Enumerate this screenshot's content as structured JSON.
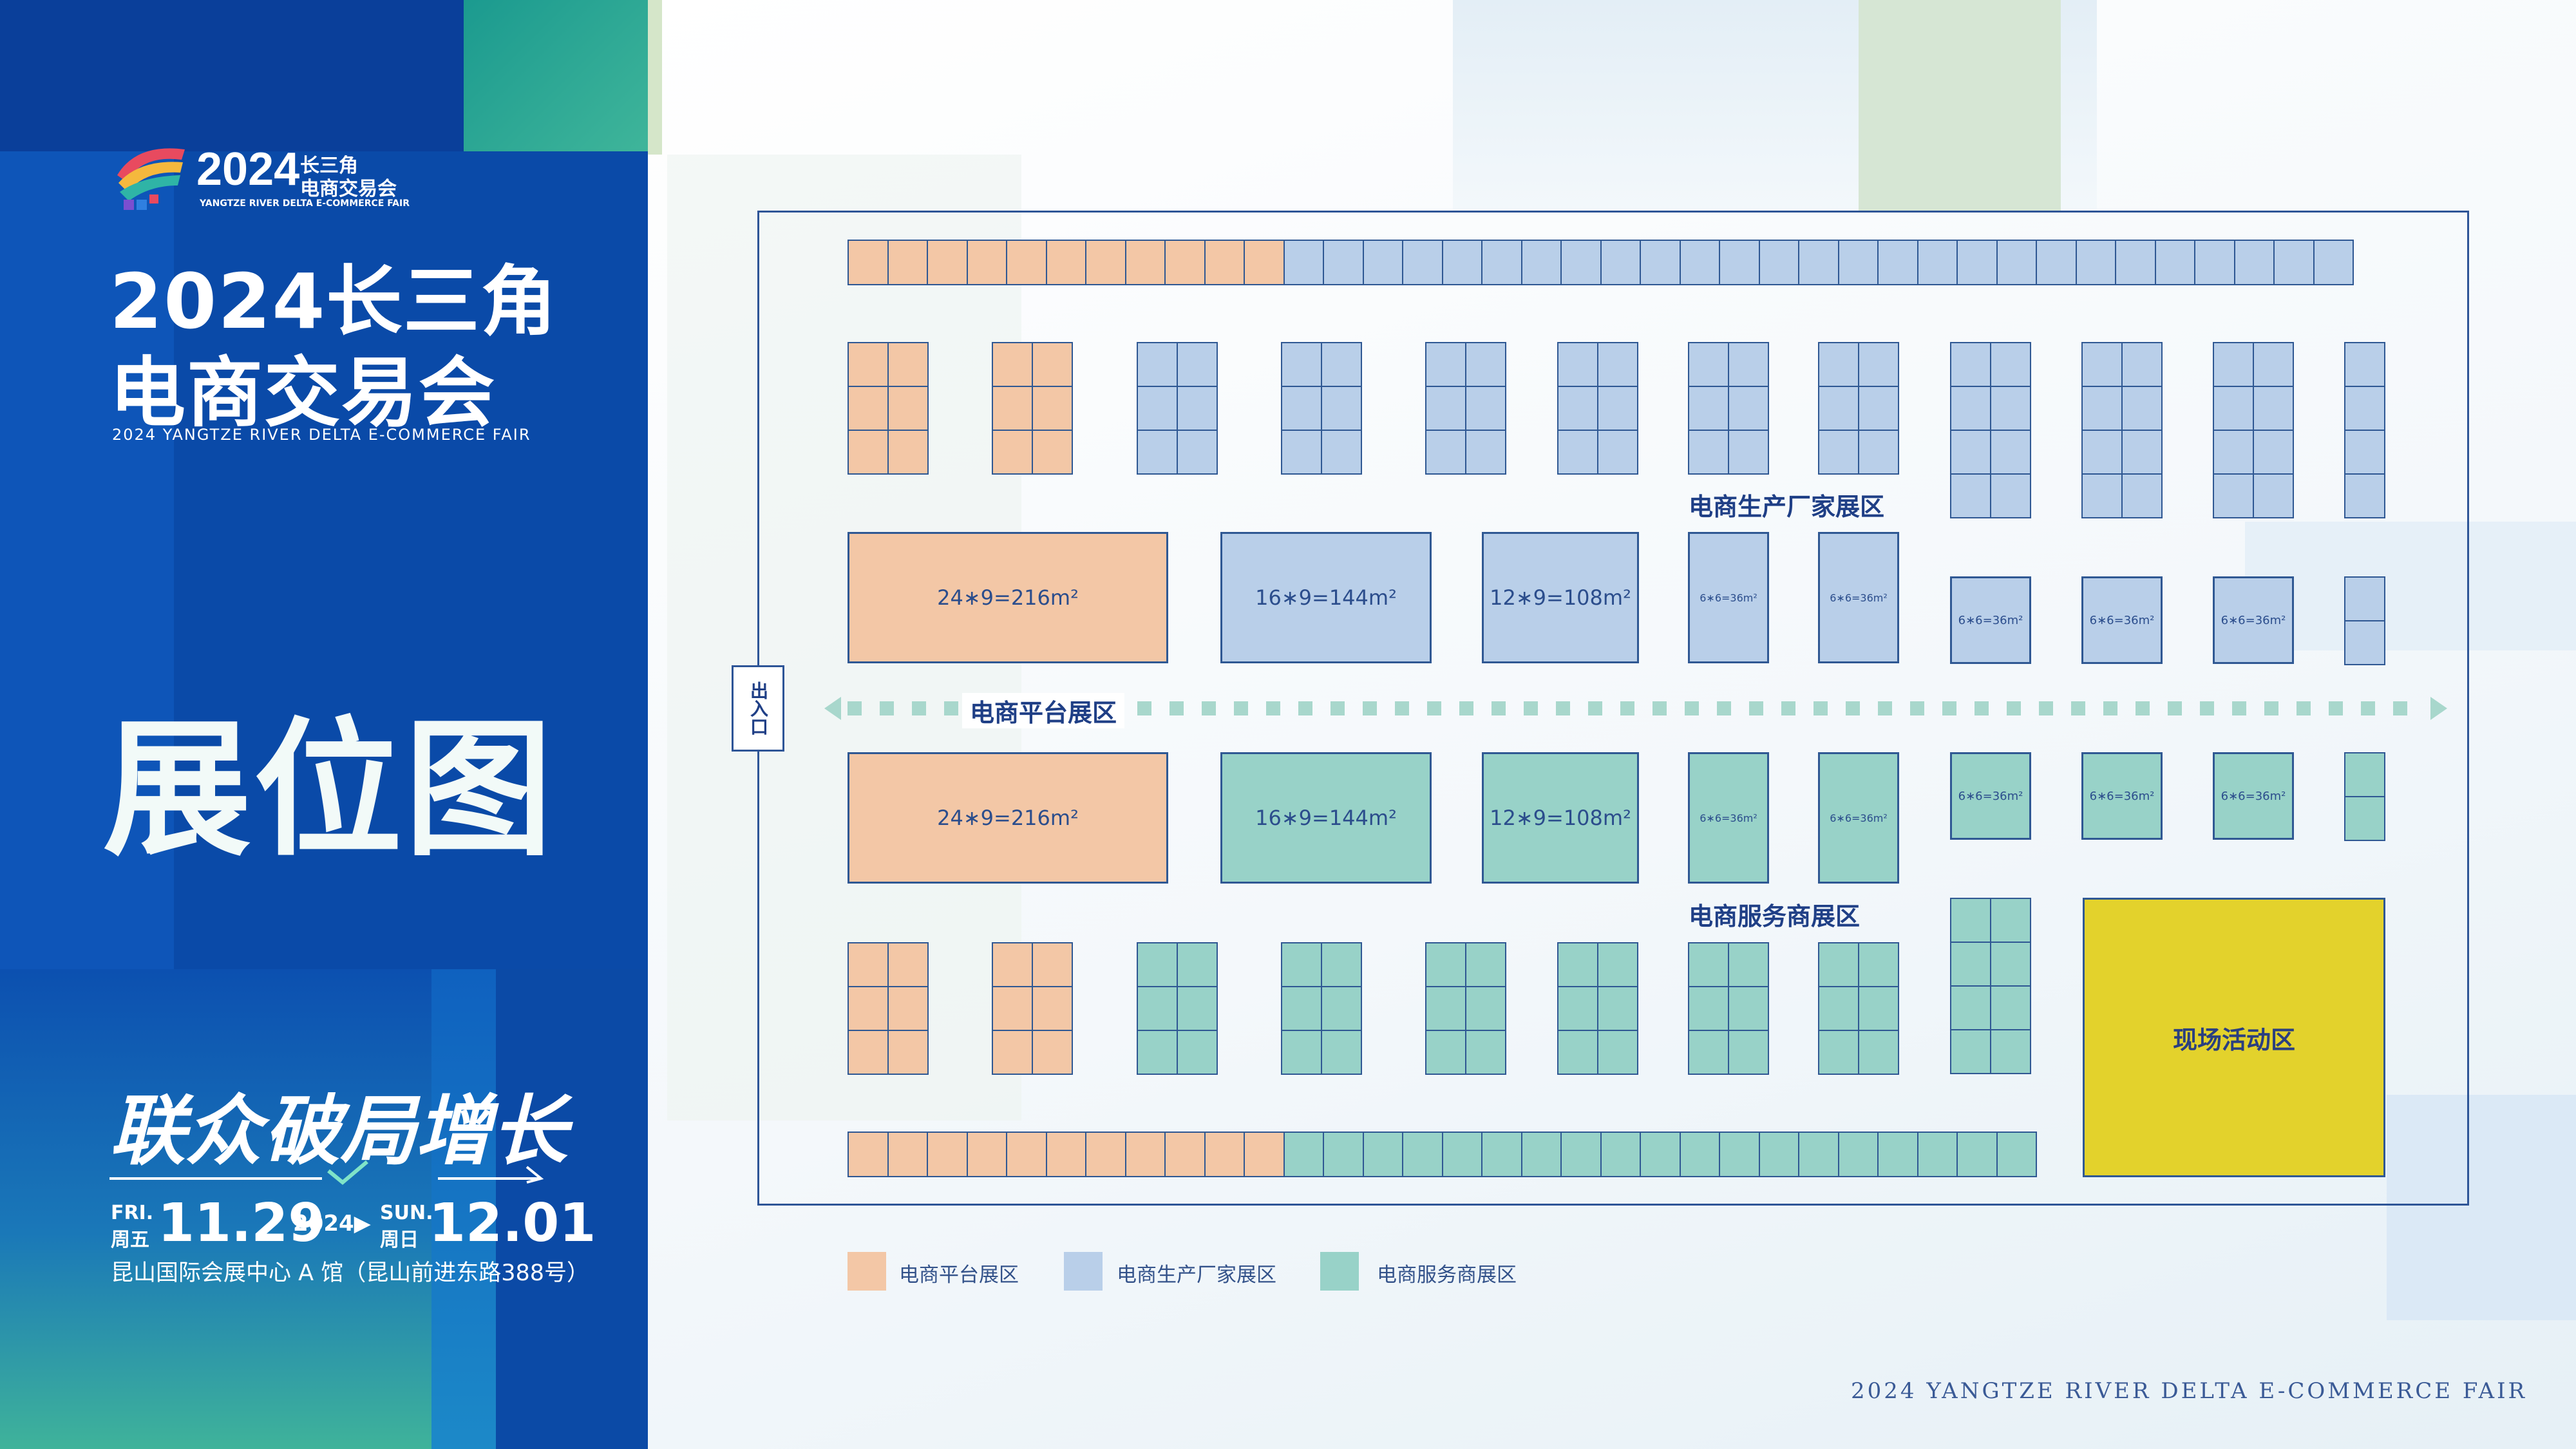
{
  "fair_logo": {
    "year": "2024",
    "name_line1": "长三角",
    "name_line2": "电商交易会",
    "name_en": "YANGTZE RIVER DELTA E-COMMERCE FAIR"
  },
  "title": {
    "line1": "2024长三角",
    "line2": "电商交易会",
    "subtitle_en": "2024 YANGTZE RIVER DELTA E-COMMERCE FAIR",
    "main": "展位图"
  },
  "slogan": {
    "part1": "联众",
    "part2": "破局",
    "part3": "增长"
  },
  "dates": {
    "start_day_en": "FRI.",
    "start_day_cn": "周五",
    "start_date": "11.29",
    "year": "2024▶",
    "end_day_en": "SUN.",
    "end_day_cn": "周日",
    "end_date": "12.01"
  },
  "venue": "昆山国际会展中心 A 馆（昆山前进东路388号）",
  "floor_plan": {
    "entrance_label": "出入口",
    "zones": {
      "manufacturer": "电商生产厂家展区",
      "platform": "电商平台展区",
      "service": "电商服务商展区",
      "activity": "现场活动区"
    },
    "halls": {
      "h216": "24∗9=216m²",
      "h144": "16∗9=144m²",
      "h108": "12∗9=108m²",
      "h36": "6∗6=36m²"
    }
  },
  "legend": {
    "platform": "电商平台展区",
    "manufacturer": "电商生产厂家展区",
    "service": "电商服务商展区"
  },
  "colors": {
    "platform": "#f3c7a6",
    "manufacturer": "#b9cfe9",
    "service": "#98d2c8",
    "activity": "#e3d22c",
    "border": "#2f5893",
    "panel_blue": "#0d50b4"
  },
  "footer_en": "2024 YANGTZE RIVER DELTA E-COMMERCE FAIR"
}
